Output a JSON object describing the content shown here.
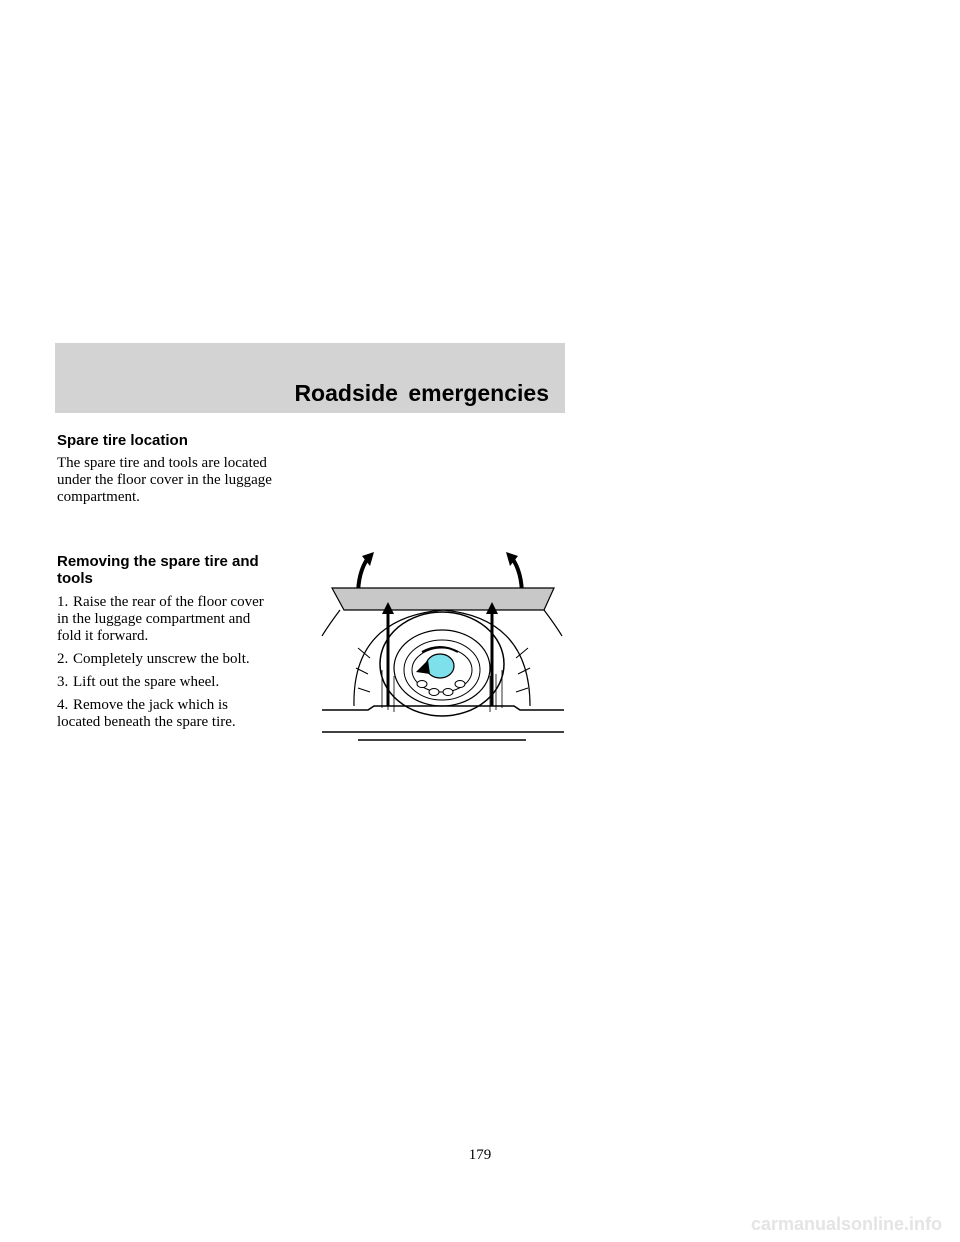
{
  "header": {
    "title": "Roadside emergencies"
  },
  "section1": {
    "heading": "Spare tire location",
    "body_lines": [
      "The spare tire and tools are located",
      "under the floor cover in the luggage",
      "compartment."
    ]
  },
  "section2": {
    "heading_lines": [
      "Removing the spare tire and",
      "tools"
    ],
    "steps": [
      {
        "num": "1.",
        "lines": [
          "Raise the rear of the floor cover",
          "in the luggage compartment and",
          "fold it forward."
        ]
      },
      {
        "num": "2.",
        "lines": [
          "Completely unscrew the bolt."
        ]
      },
      {
        "num": "3.",
        "lines": [
          "Lift out the spare wheel."
        ]
      },
      {
        "num": "4.",
        "lines": [
          "Remove the jack which is",
          "located beneath the spare tire."
        ]
      }
    ]
  },
  "page_number": "179",
  "watermark": "carmanualsonline.info",
  "colors": {
    "header_bg": "#d3d3d3",
    "cover_fill": "#c8c8c8",
    "hub_highlight": "#7ee0ea"
  }
}
